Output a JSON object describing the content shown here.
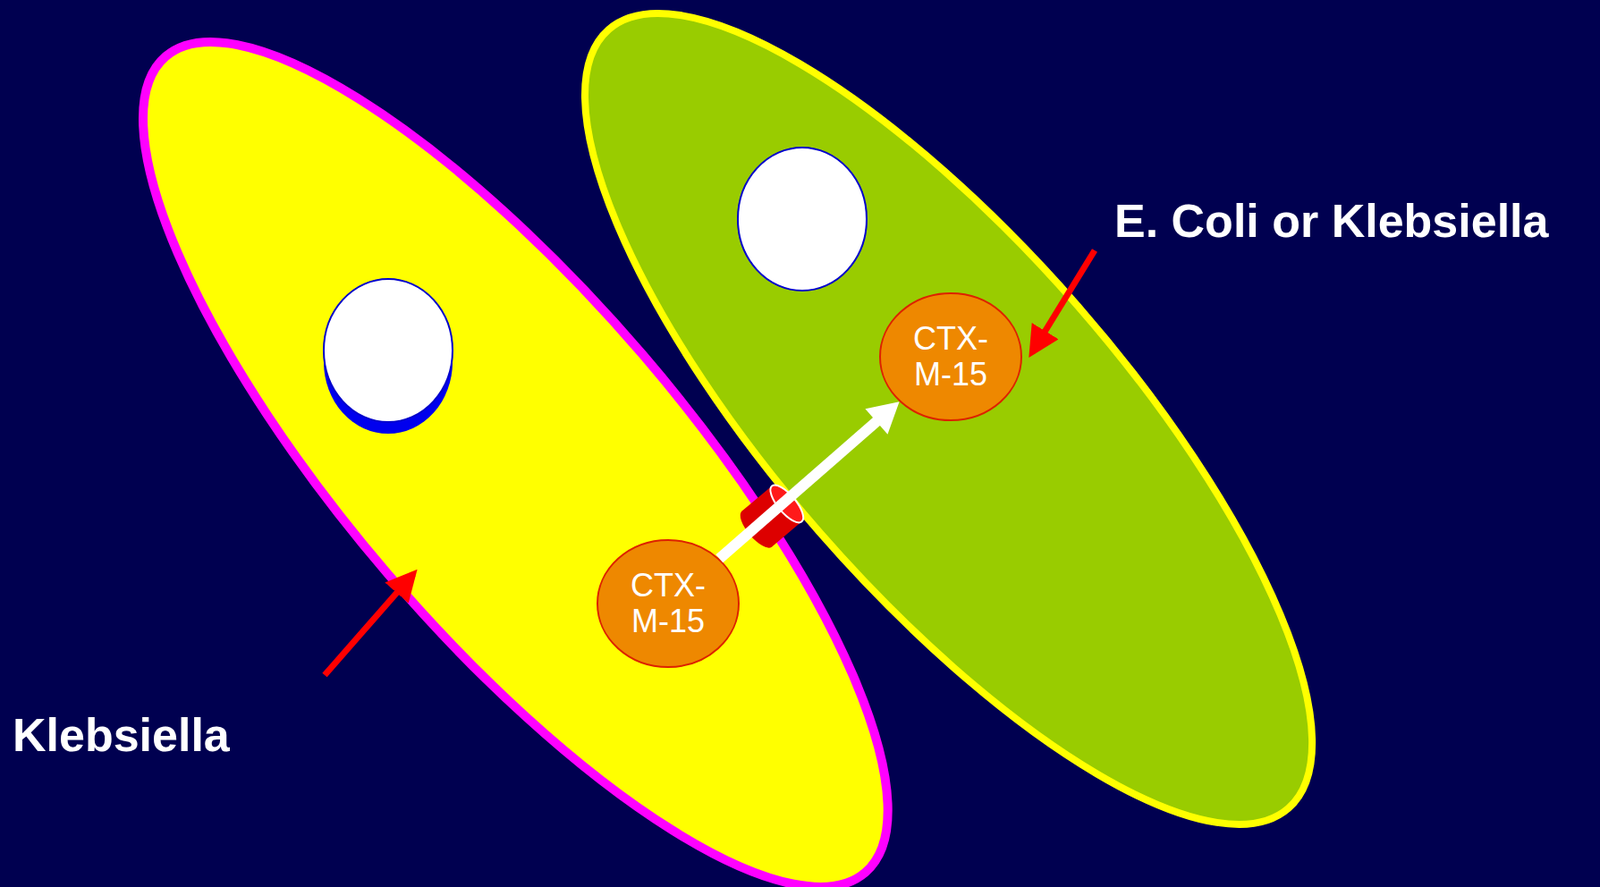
{
  "diagram": {
    "nodes": [
      {
        "text": [
          "Klebsiella"
        ]
      },
      {
        "text": [
          "CTX-M-15"
        ],
        "in": 0
      },
      {
        "text": [
          "E. Coli or Klebsiella"
        ]
      },
      {
        "text": [
          "CTX-M-15"
        ],
        "in": 2
      }
    ],
    "edges": [
      {
        "from": 1,
        "to": 3,
        "arrow": "to"
      }
    ]
  }
}
